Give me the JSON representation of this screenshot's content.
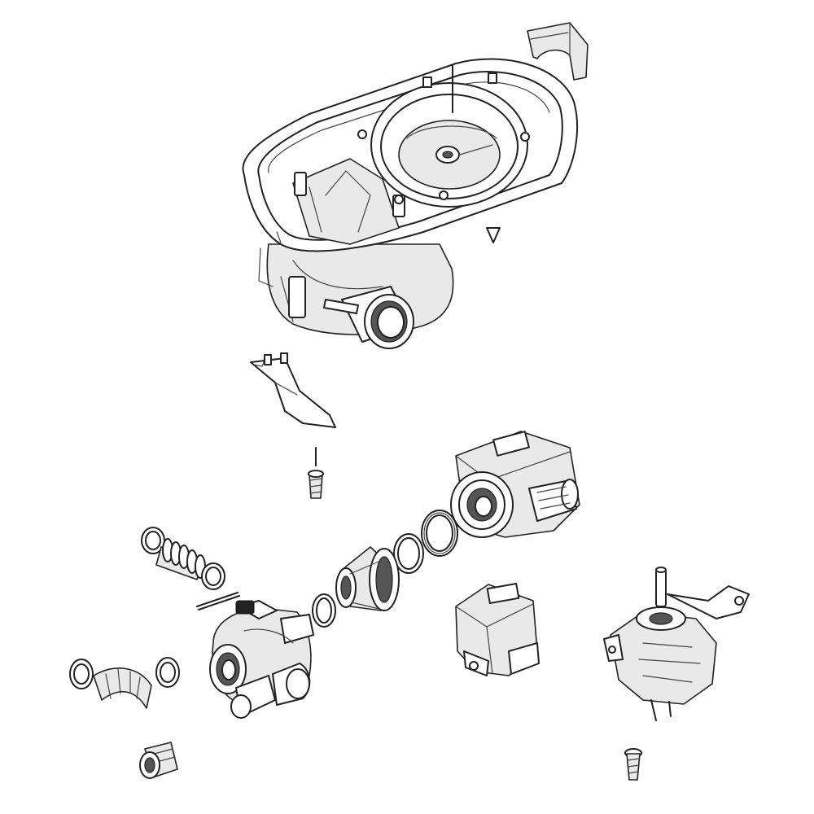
{
  "diagram": {
    "parts": [
      {
        "id": "sump-housing"
      },
      {
        "id": "sump-clip-cover"
      },
      {
        "id": "mounting-bracket"
      },
      {
        "id": "bracket-screw"
      },
      {
        "id": "circulation-pump-motor"
      },
      {
        "id": "pump-clamp-ring"
      },
      {
        "id": "pump-seal-ring"
      },
      {
        "id": "pump-impeller-housing"
      },
      {
        "id": "o-ring-gasket"
      },
      {
        "id": "diverter-valve-assembly"
      },
      {
        "id": "corrugated-drain-hose"
      },
      {
        "id": "retaining-pin"
      },
      {
        "id": "elbow-hose"
      },
      {
        "id": "hose-adapter"
      },
      {
        "id": "drain-pump"
      },
      {
        "id": "diverter-motor"
      },
      {
        "id": "diverter-screw"
      }
    ]
  },
  "colors": {
    "line": "#222222",
    "shade": "#e9e9e9",
    "background": "#ffffff"
  }
}
